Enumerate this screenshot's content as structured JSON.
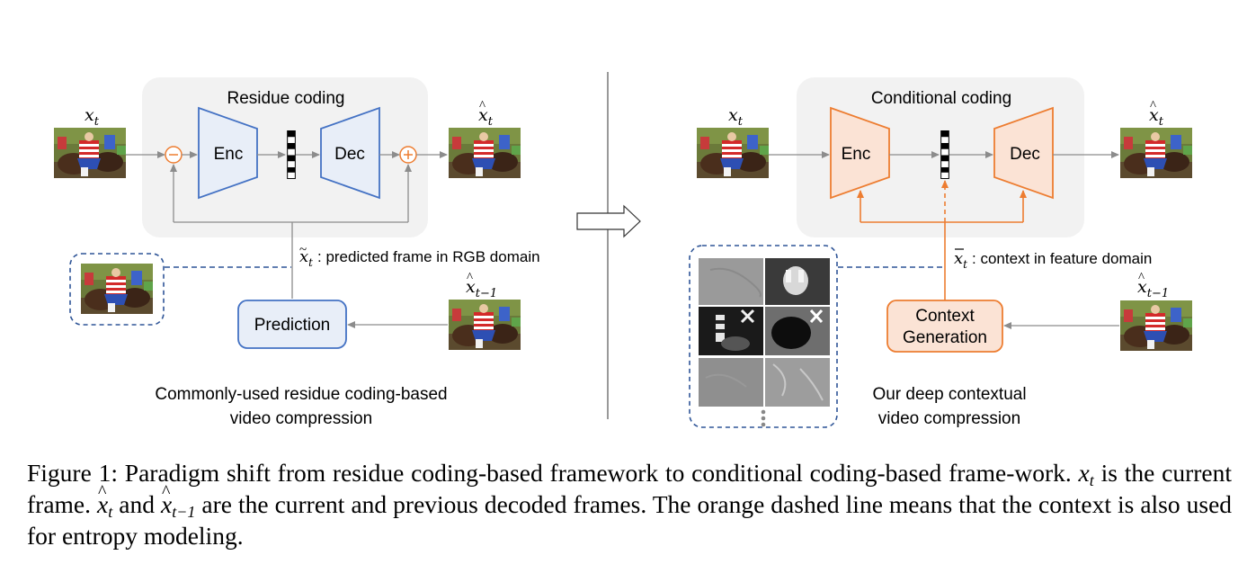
{
  "left_panel": {
    "box_title": "Residue coding",
    "enc_label": "Enc",
    "dec_label": "Dec",
    "input_var": "x_t",
    "output_var": "x̂_t",
    "prediction_label": "Prediction",
    "prev_frame_var": "x̂_{t−1}",
    "pred_var": "x̃_t",
    "pred_desc": ": predicted frame in RGB domain",
    "caption_line1": "Commonly-used residue coding-based",
    "caption_line2": "video compression"
  },
  "right_panel": {
    "box_title": "Conditional coding",
    "enc_label": "Enc",
    "dec_label": "Dec",
    "input_var": "x_t",
    "output_var": "x̂_t",
    "context_gen_line1": "Context",
    "context_gen_line2": "Generation",
    "prev_frame_var": "x̂_{t−1}",
    "ctx_var": "x̄_t",
    "ctx_desc": ": context in feature domain",
    "caption_line1": "Our deep contextual",
    "caption_line2": "video compression"
  },
  "caption": {
    "label": "Figure 1:",
    "sentence1": "Paradigm shift from residue coding-based framework to conditional coding-based frame-work.",
    "var_x": "x",
    "sub_t": "t",
    "text_current": "is the current frame.",
    "text_and": "and",
    "sub_prev": "t−1",
    "text_decoded": "are the current and previous decoded frames. The orange dashed line means that the context is also used for entropy modeling."
  },
  "colors": {
    "orange": "#ED7D31",
    "blue_fill": "#E8EEF8",
    "blue_stroke": "#4472C4",
    "orange_fill": "#FBE3D5",
    "panel_bg": "#F2F2F2",
    "dash_blue": "#2F5597",
    "arrow_gray": "#8C8C8C"
  }
}
